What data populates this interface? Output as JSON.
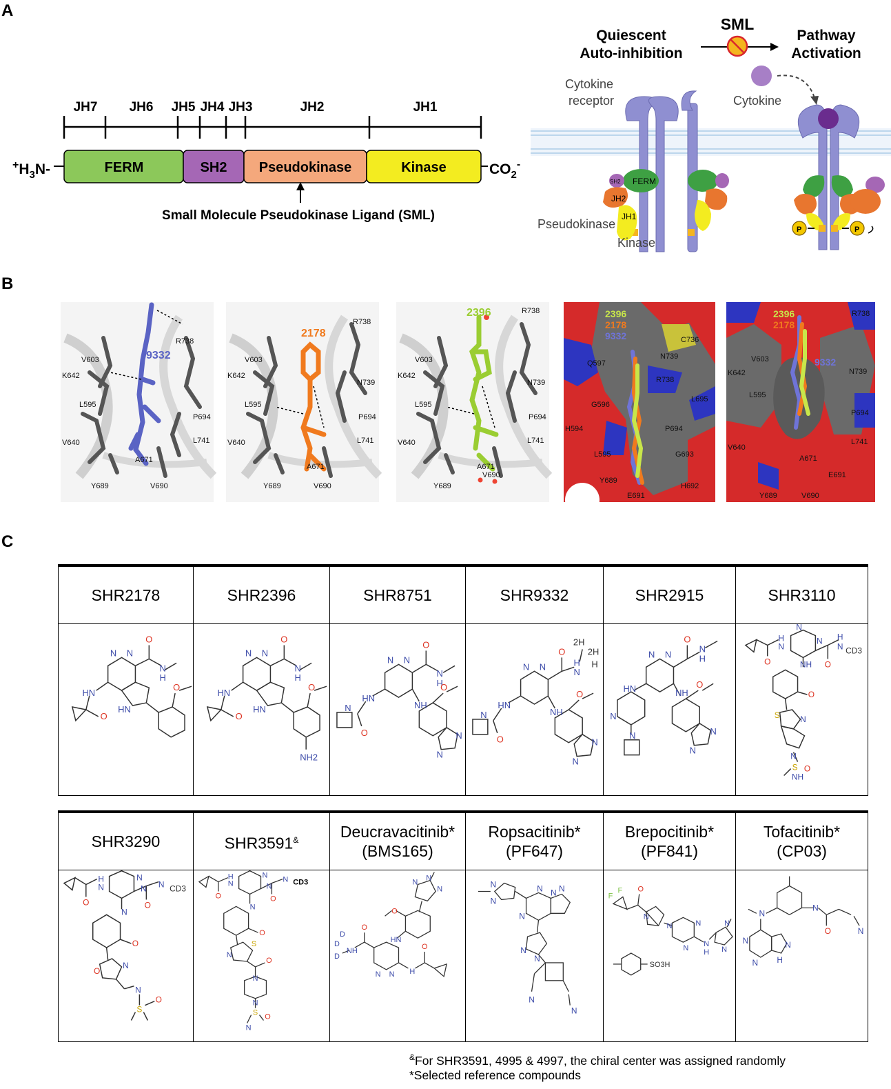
{
  "panels": {
    "a": "A",
    "b": "B",
    "c": "C"
  },
  "panel_a": {
    "n_terminus": "+H3N-",
    "c_terminus": "CO2-",
    "jh_labels": [
      "JH7",
      "JH6",
      "JH5",
      "JH4",
      "JH3",
      "JH2",
      "JH1"
    ],
    "domains": [
      {
        "name": "FERM",
        "color": "#8cc85a"
      },
      {
        "name": "SH2",
        "color": "#a567b5"
      },
      {
        "name": "Pseudokinase",
        "color": "#f4a87c"
      },
      {
        "name": "Kinase",
        "color": "#f3ec20"
      }
    ],
    "sml_label": "Small Molecule Pseudokinase Ligand (SML)",
    "scheme": {
      "left_title": "Quiescent\nAuto-inhibition",
      "sml": "SML",
      "right_title": "Pathway\nActivation",
      "cytokine_receptor": "Cytokine\nreceptor",
      "cytokine": "Cytokine",
      "ferm": "FERM",
      "sh2": "SH2",
      "jh2": "JH2",
      "jh1": "JH1",
      "pseudokinase": "Pseudokinase",
      "kinase": "Kinase",
      "p": "P"
    }
  },
  "panel_b": {
    "views": [
      {
        "ligands": [
          {
            "label": "9332",
            "color": "#5a63c4"
          }
        ],
        "residues": [
          "R738",
          "V603",
          "K642",
          "L595",
          "P694",
          "V640",
          "L741",
          "A671",
          "Y689",
          "V690"
        ]
      },
      {
        "ligands": [
          {
            "label": "2178",
            "color": "#f07a1e"
          }
        ],
        "residues": [
          "R738",
          "V603",
          "N739",
          "K642",
          "L595",
          "P694",
          "V640",
          "L741",
          "A671",
          "Y689",
          "V690"
        ]
      },
      {
        "ligands": [
          {
            "label": "2396",
            "color": "#9acd32"
          }
        ],
        "residues": [
          "R738",
          "V603",
          "N739",
          "K642",
          "L595",
          "P694",
          "V640",
          "L741",
          "A671",
          "Y689",
          "V690"
        ]
      },
      {
        "ligands": [
          {
            "label": "2396",
            "color": "#c8e64a"
          },
          {
            "label": "2178",
            "color": "#f07a1e"
          },
          {
            "label": "9332",
            "color": "#6f74d8"
          }
        ],
        "residues": [
          "C736",
          "N739",
          "Q597",
          "R738",
          "L695",
          "G596",
          "H594",
          "P694",
          "L595",
          "G693",
          "Y689",
          "H692",
          "E691"
        ]
      },
      {
        "ligands": [
          {
            "label": "2396",
            "color": "#c8e64a"
          },
          {
            "label": "2178",
            "color": "#f07a1e"
          },
          {
            "label": "9332",
            "color": "#6f74d8"
          }
        ],
        "residues": [
          "R738",
          "V603",
          "N739",
          "K642",
          "L595",
          "P694",
          "V640",
          "L741",
          "A671",
          "E691",
          "Y689",
          "V690"
        ]
      }
    ]
  },
  "panel_c": {
    "row1": [
      "SHR2178",
      "SHR2396",
      "SHR8751",
      "SHR9332",
      "SHR2915",
      "SHR3110"
    ],
    "row2": [
      {
        "name": "SHR3290"
      },
      {
        "name": "SHR3591",
        "sup": "&"
      },
      {
        "name": "Deucravacitinib*",
        "sub": "(BMS165)"
      },
      {
        "name": "Ropsacitinib*",
        "sub": "(PF647)"
      },
      {
        "name": "Brepocitinib*",
        "sub": "(PF841)"
      },
      {
        "name": "Tofacitinib*",
        "sub": "(CP03)"
      }
    ],
    "atoms": {
      "N": "N",
      "O": "O",
      "H": "H",
      "NH": "NH",
      "HN": "HN",
      "NH2": "NH2",
      "S": "S",
      "F": "F",
      "D": "D",
      "CD3": "CD3",
      "SO3H": "SO3H",
      "2H": "2H"
    },
    "footnotes": [
      {
        "mark": "&",
        "text": "For SHR3591, 4995 & 4997, the chiral center was assigned randomly"
      },
      {
        "mark": "",
        "text": "*Selected reference compounds"
      }
    ]
  }
}
